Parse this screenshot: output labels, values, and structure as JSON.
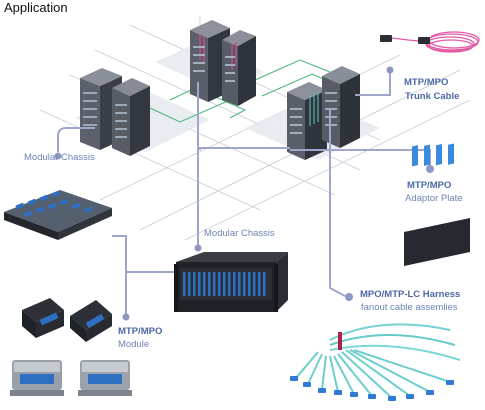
{
  "title": "Application",
  "labels": {
    "modular_chassis_left": "Modular Chassis",
    "modular_chassis_center": "Modular Chassis",
    "trunk_cable": "MTP/MPO",
    "trunk_cable_2": "Trunk Cable",
    "adaptor_plate": "MTP/MPO",
    "adaptor_plate_2": "Adaptor Plate",
    "harness": "MPO/MTP-LC Harness",
    "harness_2": "fanout cable assemlies",
    "module": "MTP/MPO",
    "module_2": "Module"
  },
  "colors": {
    "connector_line": "#9ea6cc",
    "connector_dot": "#8e97c2",
    "label_blue": "#4d68a8",
    "floor_grid": "#c9ced8",
    "rack_dark": "#2a2d33",
    "aqua_cable": "#6fd3d0",
    "magenta_cable": "#d64b9a",
    "module_blue": "#2f6fc1"
  }
}
